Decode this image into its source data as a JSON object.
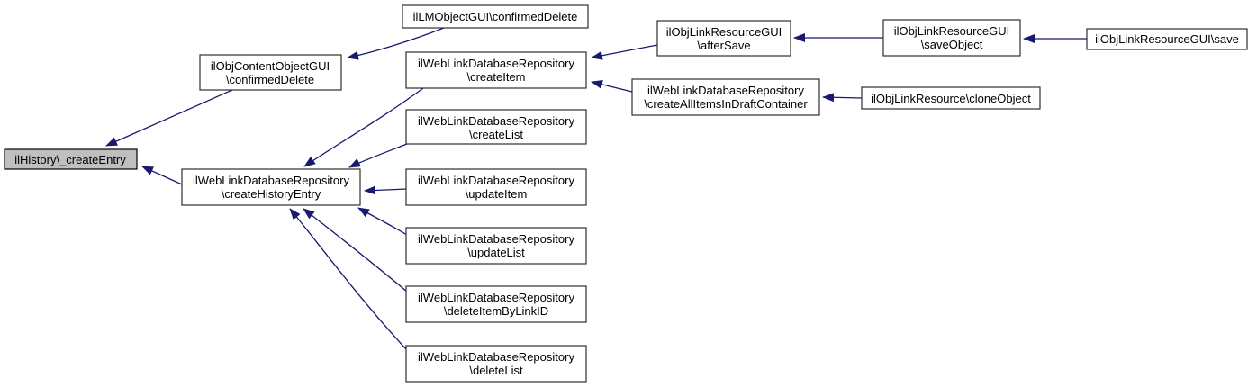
{
  "diagram": {
    "kind": "caller-graph",
    "nodes": {
      "history_createEntry": {
        "lines": [
          "ilHistory\\_createEntry"
        ],
        "highlighted": true
      },
      "objcontent_confirmedDelete": {
        "lines": [
          "ilObjContentObjectGUI",
          "\\confirmedDelete"
        ]
      },
      "lm_confirmedDelete": {
        "lines": [
          "ilLMObjectGUI\\confirmedDelete"
        ]
      },
      "createHistoryEntry": {
        "lines": [
          "ilWebLinkDatabaseRepository",
          "\\createHistoryEntry"
        ]
      },
      "createItem": {
        "lines": [
          "ilWebLinkDatabaseRepository",
          "\\createItem"
        ]
      },
      "createList": {
        "lines": [
          "ilWebLinkDatabaseRepository",
          "\\createList"
        ]
      },
      "updateItem": {
        "lines": [
          "ilWebLinkDatabaseRepository",
          "\\updateItem"
        ]
      },
      "updateList": {
        "lines": [
          "ilWebLinkDatabaseRepository",
          "\\updateList"
        ]
      },
      "deleteItemByLinkID": {
        "lines": [
          "ilWebLinkDatabaseRepository",
          "\\deleteItemByLinkID"
        ]
      },
      "deleteList": {
        "lines": [
          "ilWebLinkDatabaseRepository",
          "\\deleteList"
        ]
      },
      "afterSave": {
        "lines": [
          "ilObjLinkResourceGUI",
          "\\afterSave"
        ]
      },
      "saveObject": {
        "lines": [
          "ilObjLinkResourceGUI",
          "\\saveObject"
        ]
      },
      "save": {
        "lines": [
          "ilObjLinkResourceGUI\\save"
        ]
      },
      "createAllItemsInDraftContainer": {
        "lines": [
          "ilWebLinkDatabaseRepository",
          "\\createAllItemsInDraftContainer"
        ]
      },
      "cloneObject": {
        "lines": [
          "ilObjLinkResource\\cloneObject"
        ]
      }
    },
    "edges": [
      {
        "from": "objcontent_confirmedDelete",
        "to": "history_createEntry"
      },
      {
        "from": "lm_confirmedDelete",
        "to": "objcontent_confirmedDelete"
      },
      {
        "from": "createHistoryEntry",
        "to": "history_createEntry"
      },
      {
        "from": "createItem",
        "to": "createHistoryEntry"
      },
      {
        "from": "createList",
        "to": "createHistoryEntry"
      },
      {
        "from": "updateItem",
        "to": "createHistoryEntry"
      },
      {
        "from": "updateList",
        "to": "createHistoryEntry"
      },
      {
        "from": "deleteItemByLinkID",
        "to": "createHistoryEntry"
      },
      {
        "from": "deleteList",
        "to": "createHistoryEntry"
      },
      {
        "from": "afterSave",
        "to": "createItem"
      },
      {
        "from": "createAllItemsInDraftContainer",
        "to": "createItem"
      },
      {
        "from": "saveObject",
        "to": "afterSave"
      },
      {
        "from": "save",
        "to": "saveObject"
      },
      {
        "from": "cloneObject",
        "to": "createAllItemsInDraftContainer"
      }
    ],
    "colors": {
      "edge": "#191970",
      "node_fill": "#ffffff",
      "node_border": "#2e2e2e",
      "highlight_fill": "#bfbfbf",
      "highlight_border": "#000000",
      "text": "#000000"
    }
  }
}
